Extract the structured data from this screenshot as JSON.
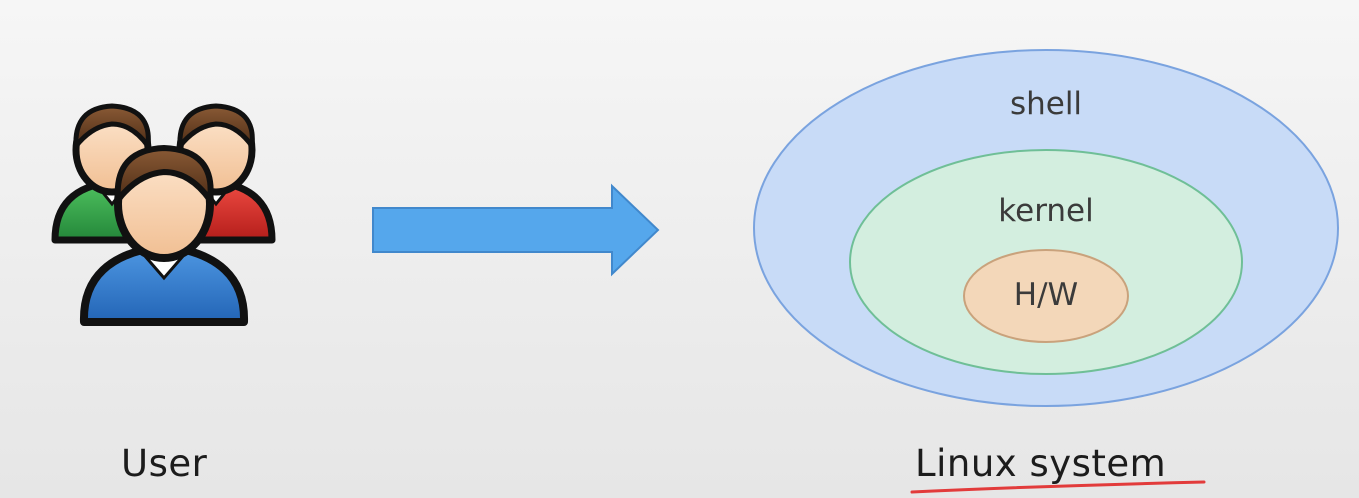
{
  "diagram": {
    "user_label": "User",
    "system_label": "Linux system",
    "layers": {
      "outer": "shell",
      "middle": "kernel",
      "inner": "H/W"
    }
  },
  "colors": {
    "shell_fill": "#c8dbf7",
    "shell_stroke": "#7aa3df",
    "kernel_fill": "#d3eedf",
    "kernel_stroke": "#6fbf97",
    "hw_fill": "#f3d7b9",
    "hw_stroke": "#c9a27c",
    "arrow_fill": "#55a7ec",
    "arrow_stroke": "#4188cc",
    "underline": "#e23b3b"
  },
  "icons": [
    "users-group-icon",
    "arrow-right-icon"
  ]
}
